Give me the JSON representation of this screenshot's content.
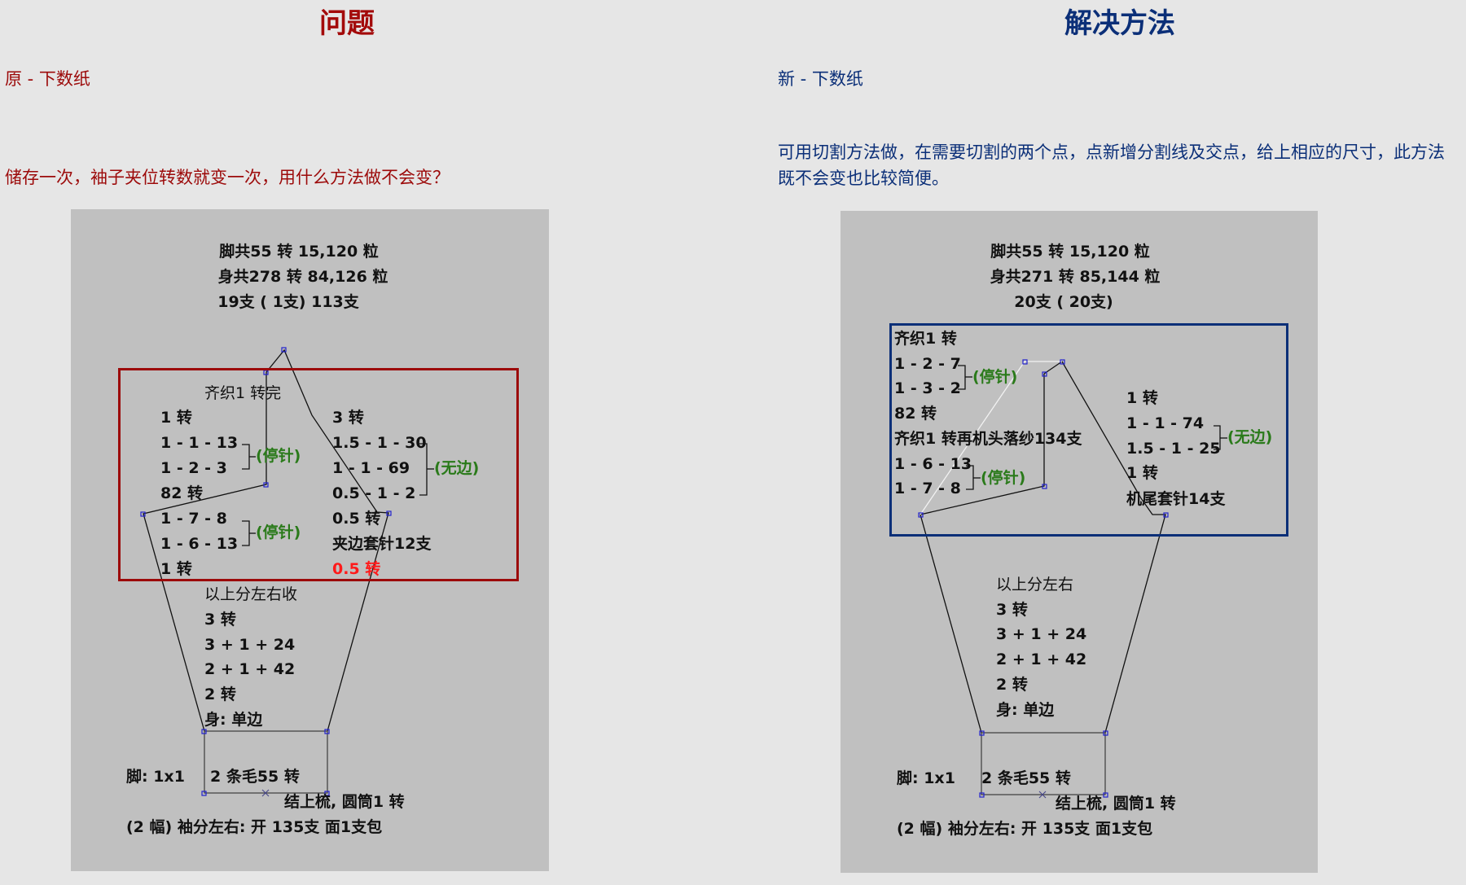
{
  "problem": {
    "title": "问题",
    "subtitle": "原 - 下数纸",
    "question": "储存一次，袖子夹位转数就变一次，用什么方法做不会变？",
    "diagram": {
      "summary": [
        "脚共55 转 15,120 粒",
        "身共278 转 84,126 粒",
        "19支 ( 1支) 113支"
      ],
      "box_header": "齐织1 转完",
      "left_col": [
        "1 转",
        "1 - 1 - 13",
        "1 - 2 - 3",
        "82 转",
        "1 - 7 - 8",
        "1 - 6 - 13",
        "1 转"
      ],
      "right_col": [
        "3 转",
        "1.5 - 1 - 30",
        "1 - 1 - 69",
        "0.5 - 1 - 2",
        "0.5 转",
        "夹边套针12支",
        "0.5 转"
      ],
      "bracket_stop1": "(停针)",
      "bracket_stop2": "(停针)",
      "bracket_noedge": "(无边)",
      "body_lines": [
        "以上分左右收",
        "3 转",
        "3 + 1 + 24",
        "2 + 1 + 42",
        "2 转",
        "身: 单边"
      ],
      "foot_label": "脚: 1x1",
      "foot_rows": "2 条毛55 转",
      "finish": "结上梳, 圆筒1 转",
      "sleeve": "(2 幅) 袖分左右: 开 135支 面1支包"
    }
  },
  "solution": {
    "title": "解决方法",
    "subtitle": "新 - 下数纸",
    "description": "可用切割方法做，在需要切割的两个点，点新增分割线及交点，给上相应的尺寸，此方法既不会变也比较简便。",
    "diagram": {
      "summary": [
        "脚共55 转 15,120 粒",
        "身共271 转 85,144 粒",
        "20支 ( 20支)"
      ],
      "left_col": [
        "齐织1 转",
        "1 - 2 - 7",
        "1 - 3 - 2",
        "82 转",
        "齐织1 转再机头落纱134支",
        "1 - 6 - 13",
        "1 - 7 - 8"
      ],
      "right_col": [
        "1 转",
        "1 - 1 - 74",
        "1.5 - 1 - 25",
        "1 转",
        "机尾套针14支"
      ],
      "bracket_stop1": "(停针)",
      "bracket_stop2": "(停针)",
      "bracket_noedge": "(无边)",
      "body_lines": [
        "以上分左右",
        "3 转",
        "3 + 1 + 24",
        "2 + 1 + 42",
        "2 转",
        "身: 单边"
      ],
      "foot_label": "脚: 1x1",
      "foot_rows": "2 条毛55 转",
      "finish": "结上梳, 圆筒1 转",
      "sleeve": "(2 幅) 袖分左右: 开 135支 面1支包"
    }
  },
  "colors": {
    "problem_accent": "#a30a0a",
    "solution_accent": "#0b2f78",
    "panel_bg": "#c0c0c0",
    "page_bg": "#e6e6e6",
    "bracket_text": "#2a7a1a",
    "highlight": "#ff1a1a"
  }
}
